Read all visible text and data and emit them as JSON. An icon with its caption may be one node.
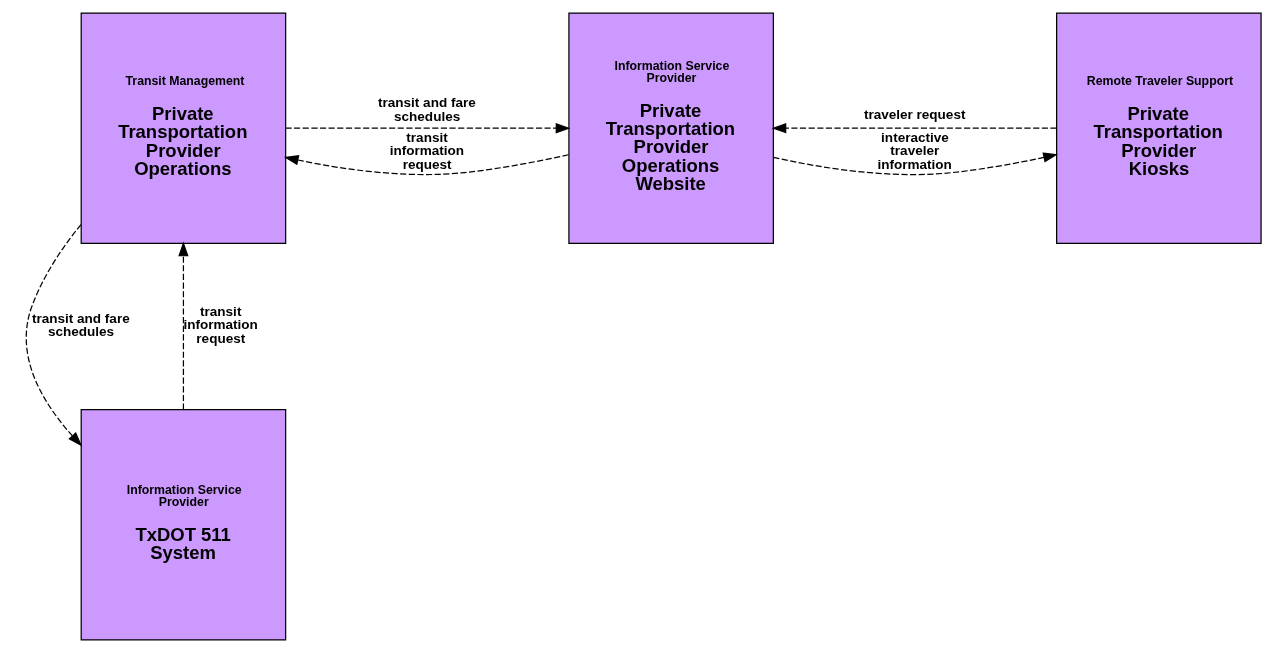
{
  "diagram": {
    "nodes": [
      {
        "text": [
          "Transit Management",
          "Private Transportation Provider Operations"
        ]
      },
      {
        "text": [
          "Information Service Provider",
          "Private Transportation Provider Operations Website"
        ]
      },
      {
        "text": [
          "Remote Traveler Support",
          "Private Transportation Provider Kiosks"
        ]
      },
      {
        "text": [
          "Information Service Provider",
          "TxDOT 511 System"
        ]
      }
    ],
    "edges": [
      {
        "from": 1,
        "to": 0,
        "arrow": "to",
        "label": "transit information request",
        "style": "dashed"
      },
      {
        "from": 1,
        "to": 2,
        "arrow": "to",
        "label": "interactive traveler information",
        "style": "dashed"
      },
      {
        "from": 0,
        "to": 1,
        "arrow": "to",
        "label": "transit and fare schedules",
        "style": "dashed"
      },
      {
        "from": 2,
        "to": 1,
        "arrow": "to",
        "label": "traveler request",
        "style": "dashed"
      },
      {
        "from": 0,
        "to": 3,
        "arrow": "to",
        "label": "transit and fare schedules",
        "style": "dashed"
      },
      {
        "from": 3,
        "to": 0,
        "arrow": "to",
        "label": "transit information request",
        "style": "dashed"
      }
    ]
  }
}
